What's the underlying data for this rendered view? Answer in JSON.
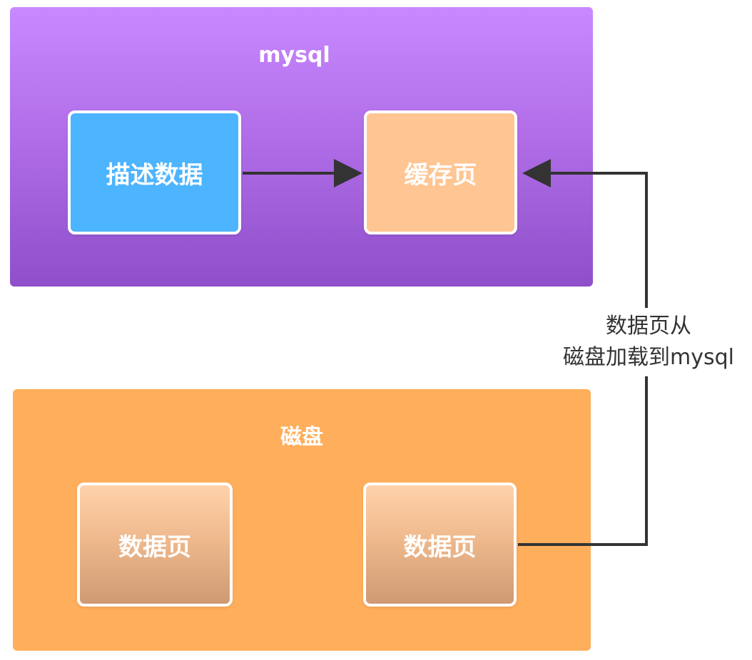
{
  "mysql": {
    "title": "mysql",
    "nodes": {
      "describe": "描述数据",
      "cache": "缓存页"
    }
  },
  "disk": {
    "title": "磁盘",
    "nodes": {
      "page_1": "数据页",
      "page_2": "数据页"
    }
  },
  "edge_label": {
    "line_1": "数据页从",
    "line_2": "磁盘加载到mysql"
  },
  "colors": {
    "mysql_container": "#b16ee8",
    "disk_container": "#ffae5c",
    "describe_node": "#4db4ff",
    "cache_node": "#ffc592",
    "page_node": "#efb98d",
    "connector": "#333333"
  }
}
